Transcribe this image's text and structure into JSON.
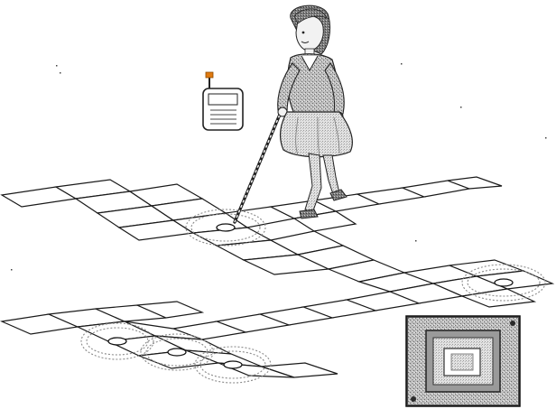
{
  "scene": {
    "subject": "person-with-white-cane",
    "device": "handheld-reader-icon",
    "tiles_with_rfid_tags": 5,
    "inset": "rfid-tag-closeup-photo"
  }
}
